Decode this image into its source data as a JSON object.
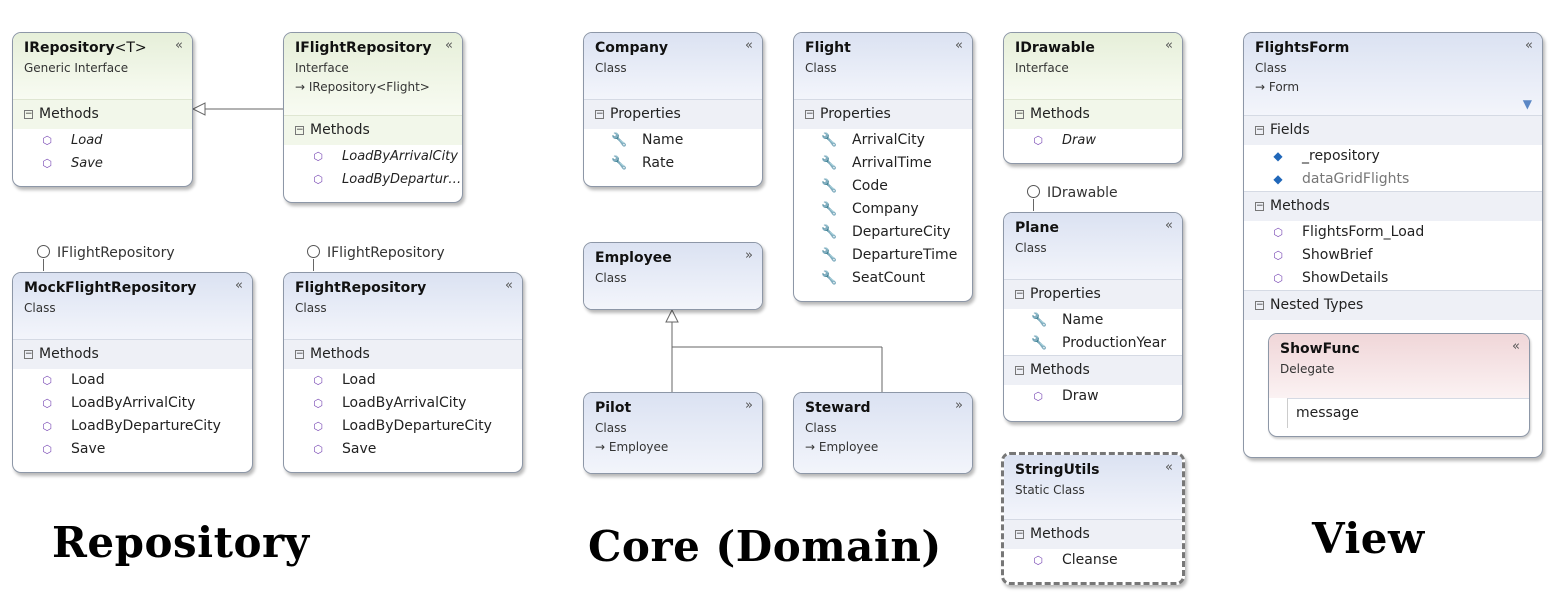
{
  "sections": {
    "repository": "Repository",
    "core": "Core (Domain)",
    "view": "View"
  },
  "toggles": {
    "collapse": "«",
    "expand": "»"
  },
  "icons": {
    "method": "method-cube-icon",
    "property": "wrench-property-icon",
    "field": "field-icon",
    "static_method": "static-method-icon",
    "filter": "filter-funnel-icon"
  },
  "lollipops": {
    "mock": "IFlightRepository",
    "flightrepo": "IFlightRepository",
    "plane": "IDrawable"
  },
  "boxes": {
    "irepository": {
      "name": "IRepository",
      "generic": "<T>",
      "kind": "Generic Interface",
      "sections": [
        {
          "label": "Methods",
          "items": [
            "Load",
            "Save"
          ]
        }
      ]
    },
    "iflightrepository": {
      "name": "IFlightRepository",
      "kind": "Interface",
      "base": "→ IRepository<Flight>",
      "sections": [
        {
          "label": "Methods",
          "items": [
            "LoadByArrivalCity",
            "LoadByDeparture..."
          ]
        }
      ]
    },
    "mockflightrepository": {
      "name": "MockFlightRepository",
      "kind": "Class",
      "sections": [
        {
          "label": "Methods",
          "items": [
            "Load",
            "LoadByArrivalCity",
            "LoadByDepartureCity",
            "Save"
          ]
        }
      ]
    },
    "flightrepository": {
      "name": "FlightRepository",
      "kind": "Class",
      "sections": [
        {
          "label": "Methods",
          "items": [
            "Load",
            "LoadByArrivalCity",
            "LoadByDepartureCity",
            "Save"
          ]
        }
      ]
    },
    "company": {
      "name": "Company",
      "kind": "Class",
      "sections": [
        {
          "label": "Properties",
          "items": [
            "Name",
            "Rate"
          ]
        }
      ]
    },
    "flight": {
      "name": "Flight",
      "kind": "Class",
      "sections": [
        {
          "label": "Properties",
          "items": [
            "ArrivalCity",
            "ArrivalTime",
            "Code",
            "Company",
            "DepartureCity",
            "DepartureTime",
            "SeatCount"
          ]
        }
      ]
    },
    "employee": {
      "name": "Employee",
      "kind": "Class"
    },
    "pilot": {
      "name": "Pilot",
      "kind": "Class",
      "base": "→ Employee"
    },
    "steward": {
      "name": "Steward",
      "kind": "Class",
      "base": "→ Employee"
    },
    "idrawable": {
      "name": "IDrawable",
      "kind": "Interface",
      "sections": [
        {
          "label": "Methods",
          "items": [
            "Draw"
          ]
        }
      ]
    },
    "plane": {
      "name": "Plane",
      "kind": "Class",
      "sections": [
        {
          "label": "Properties",
          "items": [
            "Name",
            "ProductionYear"
          ]
        },
        {
          "label": "Methods",
          "items": [
            "Draw"
          ]
        }
      ]
    },
    "stringutils": {
      "name": "StringUtils",
      "kind": "Static Class",
      "sections": [
        {
          "label": "Methods",
          "items": [
            "Cleanse"
          ]
        }
      ]
    },
    "flightsform": {
      "name": "FlightsForm",
      "kind": "Class",
      "base": "→ Form",
      "sections": [
        {
          "label": "Fields",
          "items": [
            "_repository",
            "dataGridFlights"
          ]
        },
        {
          "label": "Methods",
          "items": [
            "FlightsForm_Load",
            "ShowBrief",
            "ShowDetails"
          ]
        },
        {
          "label": "Nested Types",
          "items": []
        }
      ]
    },
    "showfunc": {
      "name": "ShowFunc",
      "kind": "Delegate",
      "param": "message"
    }
  }
}
